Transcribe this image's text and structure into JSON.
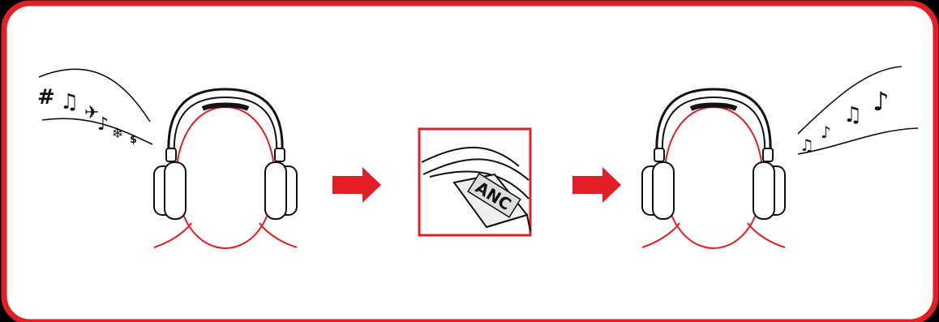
{
  "panel": {
    "frame_color": "#e31e24",
    "background_color": "#ffffff"
  },
  "steps": [
    {
      "id": "noise",
      "symbols": [
        "#",
        "♫",
        "✈",
        "♪",
        "❄",
        "$"
      ]
    },
    {
      "id": "switch",
      "label": "ANC"
    },
    {
      "id": "music",
      "symbols": [
        "♫",
        "♪",
        "♫",
        "♪"
      ]
    }
  ],
  "arrows": [
    {
      "icon": "arrow-right-icon",
      "color": "#e31e24"
    },
    {
      "icon": "arrow-right-icon",
      "color": "#e31e24"
    }
  ]
}
